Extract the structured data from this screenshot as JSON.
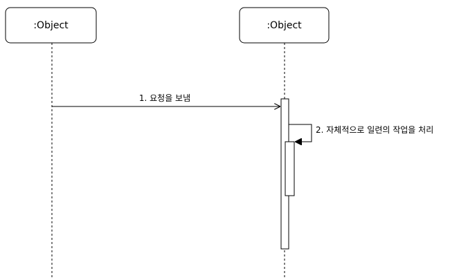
{
  "lifelines": [
    {
      "title": ":Object"
    },
    {
      "title": ":Object"
    }
  ],
  "messages": [
    {
      "label": "1. 요청을 보냄",
      "from": 0,
      "to": 1,
      "kind": "sync"
    },
    {
      "label": "2. 자체적으로 일련의 작업을 처리",
      "from": 1,
      "to": 1,
      "kind": "self"
    }
  ],
  "colors": {
    "line": "#000000",
    "background": "#ffffff"
  }
}
